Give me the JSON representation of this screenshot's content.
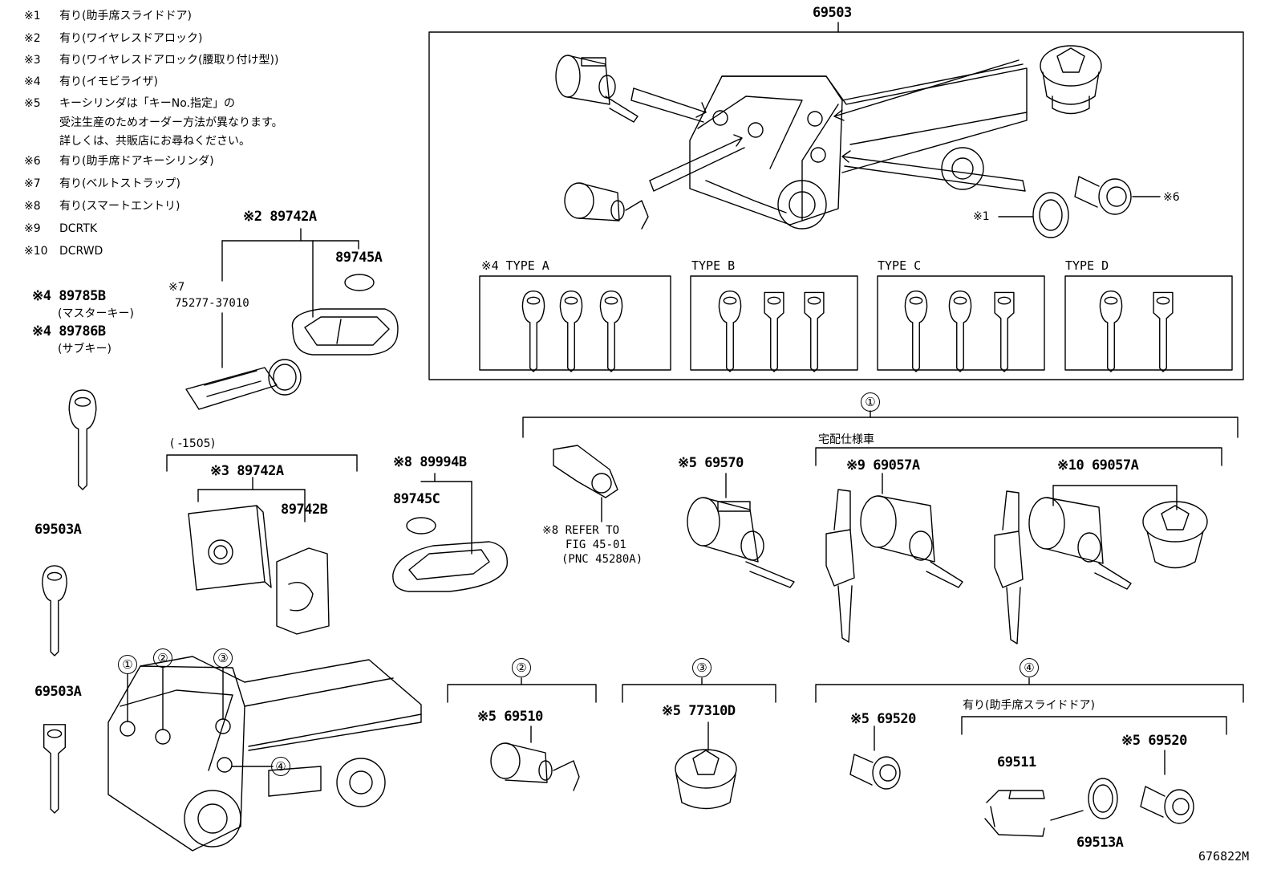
{
  "notes": [
    {
      "key": "※1",
      "text": "有り(助手席スライドドア)"
    },
    {
      "key": "※2",
      "text": "有り(ワイヤレスドアロック)"
    },
    {
      "key": "※3",
      "text": "有り(ワイヤレスドアロック(腰取り付け型))"
    },
    {
      "key": "※4",
      "text": "有り(イモビライザ)"
    },
    {
      "key": "※5",
      "text": "キーシリンダは「キーNo.指定」の"
    },
    {
      "key": "",
      "text": "受注生産のためオーダー方法が異なります。"
    },
    {
      "key": "",
      "text": "詳しくは、共販店にお尋ねください。"
    },
    {
      "key": "※6",
      "text": "有り(助手席ドアキーシリンダ)"
    },
    {
      "key": "※7",
      "text": "有り(ベルトストラップ)"
    },
    {
      "key": "※8",
      "text": "有り(スマートエントリ)"
    },
    {
      "key": "※9",
      "text": "DCRTK"
    },
    {
      "key": "※10",
      "text": "DCRWD"
    }
  ],
  "parts": {
    "p69503": "69503",
    "p89742A_w": "※2 89742A",
    "p89745A": "89745A",
    "p75277": "※7",
    "p75277_num": "75277-37010",
    "p89785B": "※4 89785B",
    "p89785B_sub": "(マスターキー)",
    "p89786B": "※4 89786B",
    "p89786B_sub": "(サブキー)",
    "p69503A_1": "69503A",
    "p69503A_2": "69503A",
    "p1505": "(   -1505)",
    "p89742A_3": "※3 89742A",
    "p89742B": "89742B",
    "p89994B": "※8 89994B",
    "p89745C": "89745C",
    "p_refer1": "※8 REFER TO",
    "p_refer2": "FIG 45-01",
    "p_refer3": "(PNC 45280A)",
    "p69570": "※5 69570",
    "p_takuhai": "宅配仕様車",
    "p69057A_9": "※9 69057A",
    "p69057A_10": "※10 69057A",
    "p69510": "※5 69510",
    "p77310D": "※5 77310D",
    "p69520_a": "※5 69520",
    "p_slide": "有り(助手席スライドドア)",
    "p69520_b": "※5 69520",
    "p69511": "69511",
    "p69513A": "69513A",
    "p_note1": "※1",
    "p_note6": "※6",
    "p_diagram_id": "676822M"
  },
  "types": {
    "a": "※4 TYPE  A",
    "b": "TYPE  B",
    "c": "TYPE  C",
    "d": "TYPE  D"
  },
  "callouts": {
    "c1_top": "①",
    "c2": "②",
    "c3": "③",
    "c4": "④",
    "truck_1": "①",
    "truck_2": "②",
    "truck_3": "③",
    "truck_4": "④"
  }
}
